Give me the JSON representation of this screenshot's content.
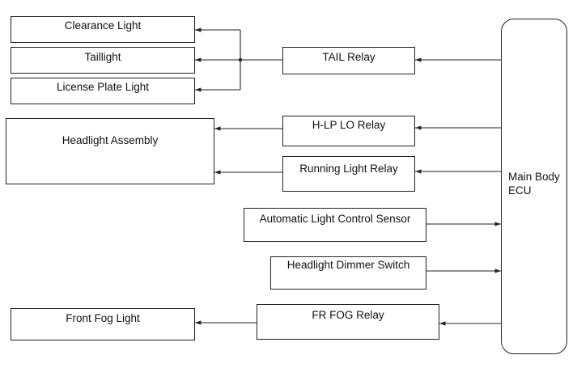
{
  "ecu": {
    "line1": "Main Body",
    "line2": "ECU"
  },
  "outputs": {
    "clearance_light": "Clearance Light",
    "taillight": "Taillight",
    "license_plate_light": "License Plate Light",
    "headlight_assembly": "Headlight Assembly",
    "front_fog_light": "Front Fog Light"
  },
  "relays": {
    "tail": "TAIL Relay",
    "hlp_lo": "H-LP LO Relay",
    "running_light": "Running Light Relay",
    "fr_fog": "FR FOG Relay"
  },
  "inputs": {
    "auto_light_sensor": "Automatic Light Control Sensor",
    "dimmer_switch": "Headlight Dimmer Switch"
  },
  "colors": {
    "line": "#222222",
    "background": "#ffffff"
  }
}
